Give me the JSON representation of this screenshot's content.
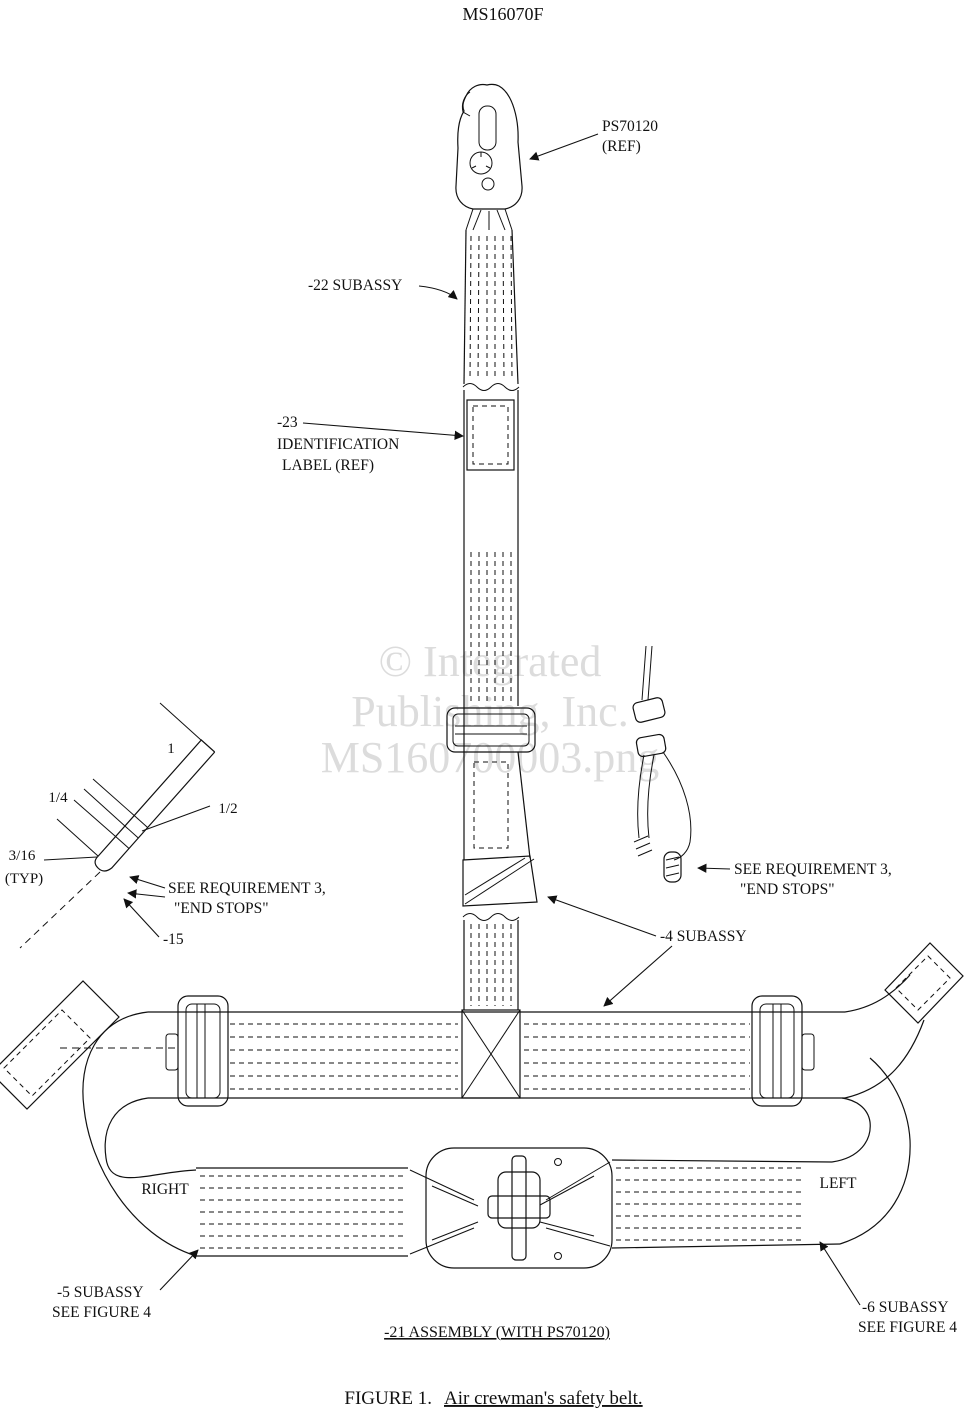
{
  "page": {
    "doc_number": "MS16070F",
    "assembly_label": "-21 ASSEMBLY (WITH PS70120)",
    "figure_label": "FIGURE 1.",
    "figure_title": "Air crewman's safety belt."
  },
  "watermark": {
    "line1": "© Integrated",
    "line2": "Publishing, Inc.",
    "line3": "MS160700003.png"
  },
  "callouts": {
    "ps70120": {
      "line1": "PS70120",
      "line2": "(REF)"
    },
    "subassy_22": "-22 SUBASSY",
    "id_label": {
      "line1": "-23",
      "line2": "IDENTIFICATION",
      "line3": "LABEL (REF)"
    },
    "subassy_4": "-4 SUBASSY",
    "end_stops_left": {
      "line1": "SEE  REQUIREMENT 3,",
      "line2": "\"END STOPS\""
    },
    "end_stops_right": {
      "line1": "SEE  REQUIREMENT 3,",
      "line2": "\"END STOPS\""
    },
    "item_15": "-15",
    "subassy_5": {
      "line1": "-5 SUBASSY",
      "line2": "SEE FIGURE 4"
    },
    "subassy_6": {
      "line1": "-6 SUBASSY",
      "line2": "SEE FIGURE 4"
    },
    "belt_right": "RIGHT",
    "belt_left": "LEFT"
  },
  "dimensions": {
    "d1": "1",
    "d2": "1/4",
    "d3": "1/2",
    "d4": "3/16",
    "d4b": "(TYP)"
  }
}
